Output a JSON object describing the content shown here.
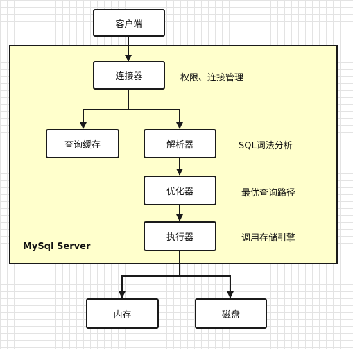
{
  "server": {
    "label": "MySql Server"
  },
  "nodes": {
    "client": "客户端",
    "connector": "连接器",
    "cache": "查询缓存",
    "parser": "解析器",
    "optimizer": "优化器",
    "executor": "执行器",
    "memory": "内存",
    "disk": "磁盘"
  },
  "notes": {
    "connector": "权限、连接管理",
    "parser": "SQL词法分析",
    "optimizer": "最优查询路径",
    "executor": "调用存储引擎"
  },
  "colors": {
    "frame_fill": "#ffffcc",
    "stroke": "#1a1a1a",
    "node_fill": "#ffffff"
  }
}
